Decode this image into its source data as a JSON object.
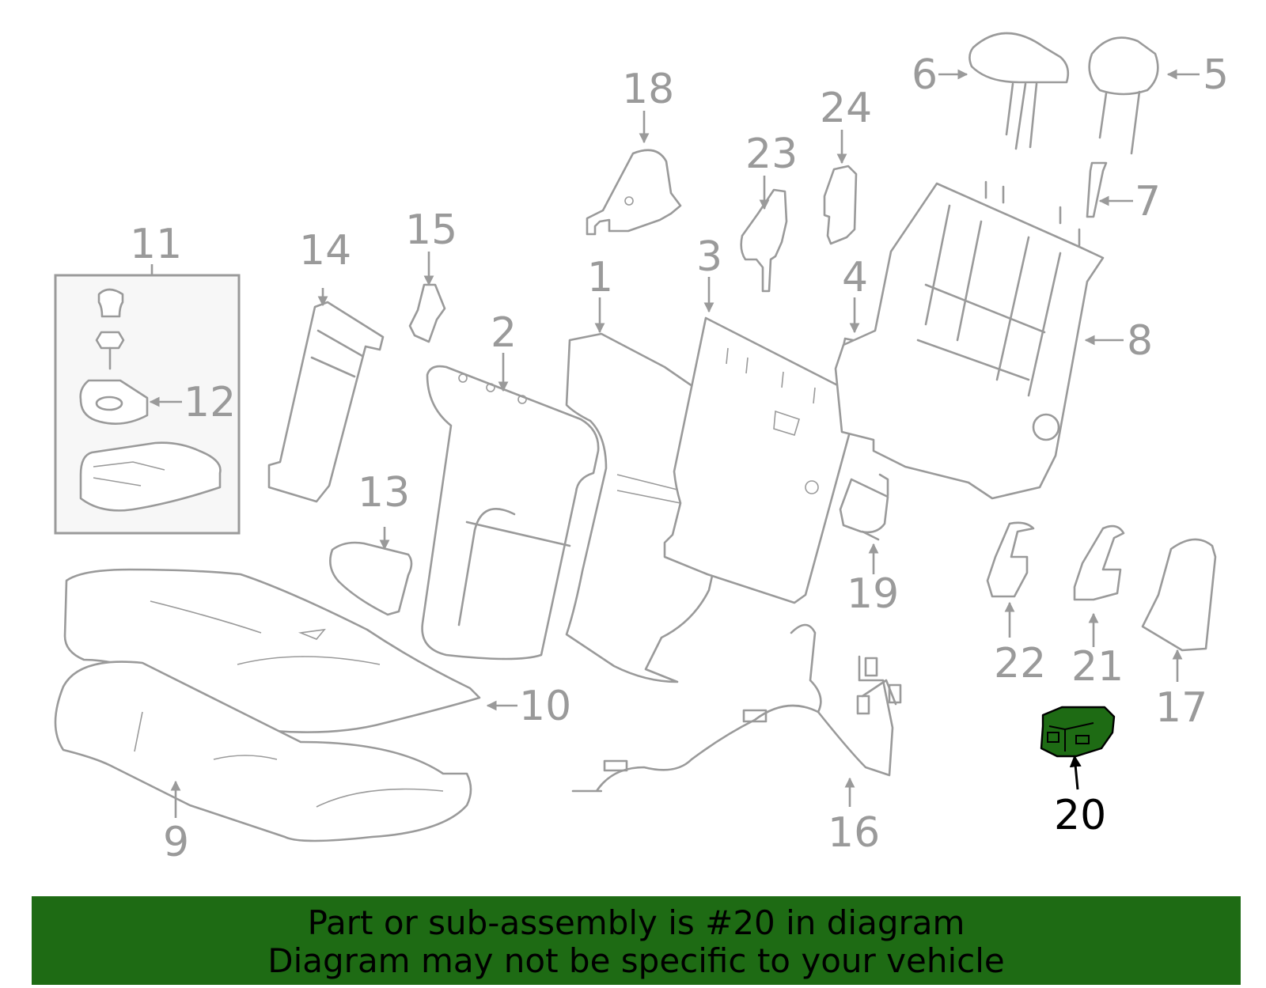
{
  "diagram": {
    "callouts": [
      "1",
      "2",
      "3",
      "4",
      "5",
      "6",
      "7",
      "8",
      "9",
      "10",
      "11",
      "12",
      "13",
      "14",
      "15",
      "16",
      "17",
      "18",
      "19",
      "20",
      "21",
      "22",
      "23",
      "24"
    ],
    "highlighted": "20",
    "highlight_color": "#1e6b14",
    "part_color": "#9a9a9a"
  },
  "banner": {
    "line1": "Part or sub-assembly is #20 in diagram",
    "line2": "Diagram may not be specific to your vehicle",
    "background": "#1e6b14"
  }
}
